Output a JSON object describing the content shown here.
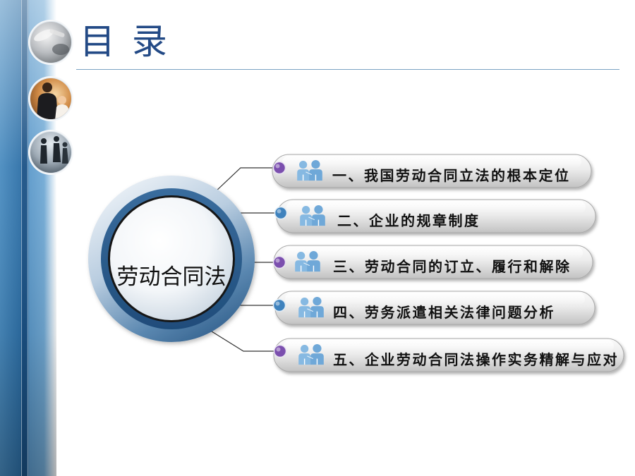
{
  "slide": {
    "title": "目 录",
    "center_label": "劳动合同法",
    "items": [
      {
        "label": "一、我国劳动合同立法的根本定位",
        "icon": "people-icon",
        "bullet_color": "#7b4fae"
      },
      {
        "label": "二、企业的规章制度",
        "icon": "people-icon",
        "bullet_color": "#3f82bd"
      },
      {
        "label": "三、劳动合同的订立、履行和解除",
        "icon": "people-icon",
        "bullet_color": "#7b4fae"
      },
      {
        "label": "四、劳务派遣相关法律问题分析",
        "icon": "people-icon",
        "bullet_color": "#3f82bd"
      },
      {
        "label": "五、企业劳动合同法操作实务精解与应对",
        "icon": "people-icon",
        "bullet_color": "#7b4fae"
      }
    ]
  },
  "theme": {
    "title_color": "#234a86",
    "side_band_color": "#2f71a8",
    "icon_color": "#7fb4e0",
    "connector_color": "#333333",
    "divider_color": "#7aa3c3"
  }
}
